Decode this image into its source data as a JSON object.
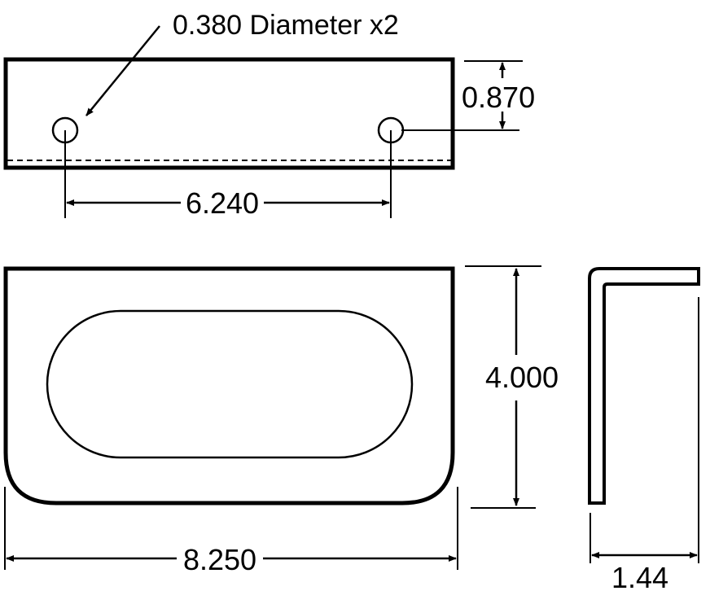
{
  "drawing": {
    "top_view": {
      "hole_callout": "0.380 Diameter x2",
      "hole_offset": "0.870",
      "hole_spacing": "6.240"
    },
    "front_view": {
      "height": "4.000",
      "width": "8.250"
    },
    "side_view": {
      "depth": "1.44"
    },
    "line_color": "#000000",
    "background_color": "#ffffff"
  }
}
